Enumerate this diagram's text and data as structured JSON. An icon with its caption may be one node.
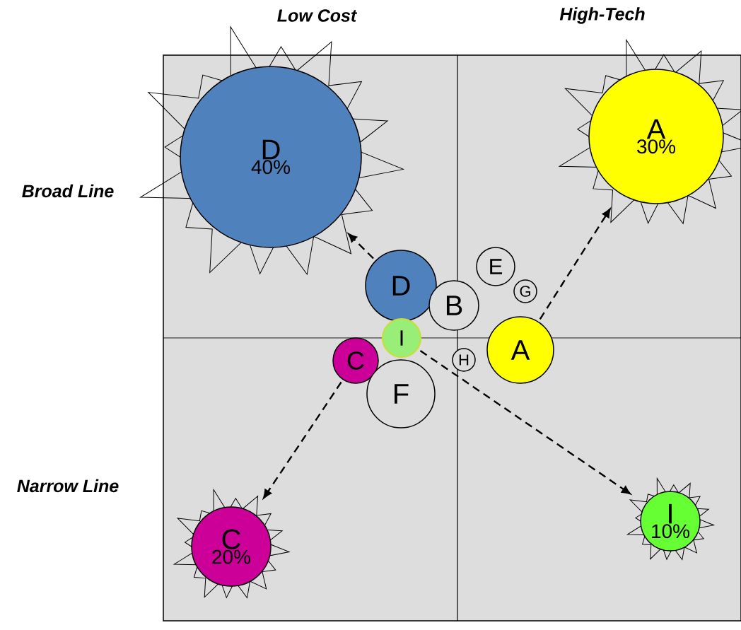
{
  "diagram": {
    "nodes": [
      {
        "text": [
          "D",
          "40%"
        ]
      },
      {
        "text": [
          "A",
          "30%"
        ]
      },
      {
        "text": [
          "C",
          "20%"
        ]
      },
      {
        "text": [
          "I",
          "10%"
        ]
      },
      {
        "text": [
          "D"
        ]
      },
      {
        "text": [
          "B"
        ]
      },
      {
        "text": [
          "E"
        ]
      },
      {
        "text": [
          "G"
        ]
      },
      {
        "text": [
          "I"
        ]
      },
      {
        "text": [
          "C"
        ]
      },
      {
        "text": [
          "H"
        ]
      },
      {
        "text": [
          "A"
        ]
      },
      {
        "text": [
          "F"
        ]
      }
    ],
    "edges": [
      {
        "from": 4,
        "to": 0,
        "arrow": "to",
        "style": "dashed"
      },
      {
        "from": 11,
        "to": 1,
        "arrow": "to",
        "style": "dashed"
      },
      {
        "from": 9,
        "to": 2,
        "arrow": "to",
        "style": "dashed"
      },
      {
        "from": 8,
        "to": 3,
        "arrow": "to",
        "style": "dashed"
      }
    ],
    "labels": [
      "Low Cost",
      "High-Tech",
      "Broad Line",
      "Narrow Line"
    ]
  }
}
